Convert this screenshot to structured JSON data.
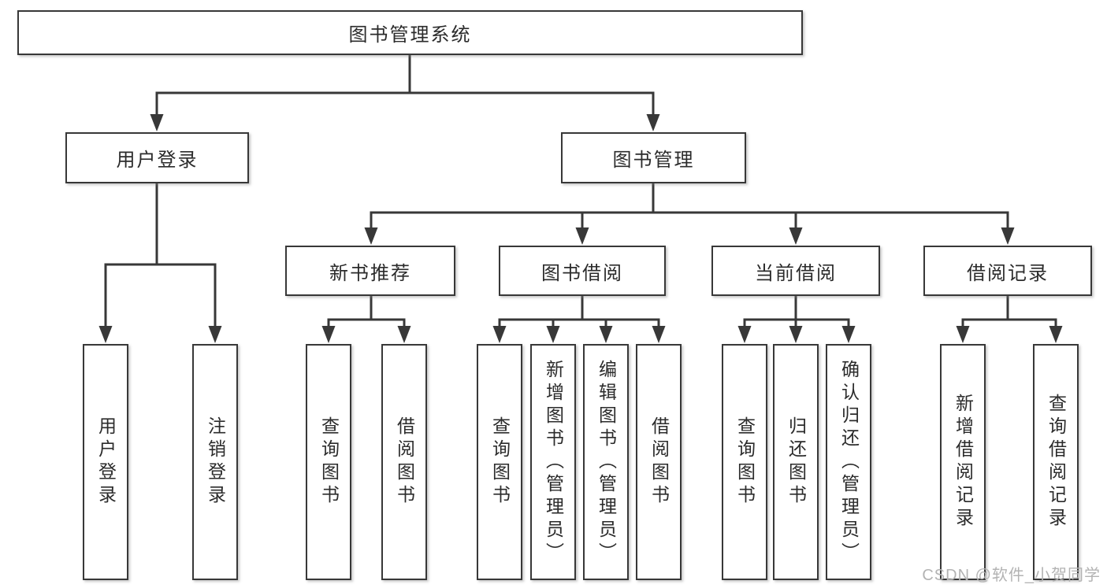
{
  "diagram": {
    "root": {
      "label": "图书管理系统"
    },
    "level2": [
      {
        "label": "用户登录",
        "children": [
          {
            "label": "用户登录"
          },
          {
            "label": "注销登录"
          }
        ]
      },
      {
        "label": "图书管理",
        "groups": [
          {
            "label": "新书推荐",
            "children": [
              {
                "label": "查询图书"
              },
              {
                "label": "借阅图书"
              }
            ]
          },
          {
            "label": "图书借阅",
            "children": [
              {
                "label": "查询图书"
              },
              {
                "label": "新增图书（管理员）"
              },
              {
                "label": "编辑图书（管理员）"
              },
              {
                "label": "借阅图书"
              }
            ]
          },
          {
            "label": "当前借阅",
            "children": [
              {
                "label": "查询图书"
              },
              {
                "label": "归还图书"
              },
              {
                "label": "确认归还（管理员）"
              }
            ]
          },
          {
            "label": "借阅记录",
            "children": [
              {
                "label": "新增借阅记录"
              },
              {
                "label": "查询借阅记录"
              }
            ]
          }
        ]
      }
    ]
  },
  "watermark": {
    "text": "CSDN @软件_小贺同学"
  },
  "colors": {
    "line": "#383838",
    "text": "#2b2b2b",
    "background": "#ffffff",
    "watermark": "#b3b3b3"
  }
}
